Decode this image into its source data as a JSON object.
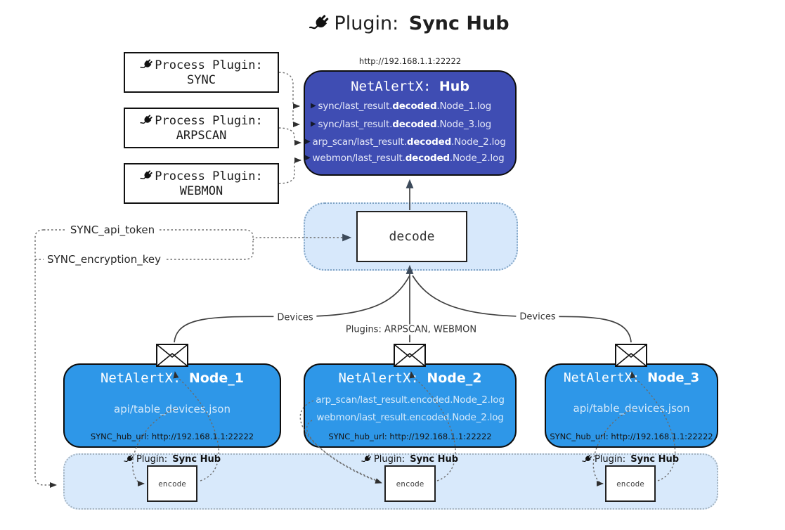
{
  "page_title": {
    "label": "Plugin: ",
    "bold": "Sync Hub"
  },
  "colors": {
    "hub_bg": "#3f4db3",
    "node_bg": "#2e97e8",
    "panel_bg": "#d7e8fb",
    "line": "#3f3f3f"
  },
  "process_plugins": [
    {
      "label": "Process Plugin:",
      "name": "SYNC"
    },
    {
      "label": "Process Plugin:",
      "name": "ARPSCAN"
    },
    {
      "label": "Process Plugin:",
      "name": "WEBMON"
    }
  ],
  "hub": {
    "url": "http://192.168.1.1:22222",
    "title": "NetAlertX: ",
    "title_bold": "Hub",
    "rows": [
      {
        "pre": "sync/last_result.",
        "bold": "decoded",
        "post": ".Node_1.log"
      },
      {
        "pre": "sync/last_result.",
        "bold": "decoded",
        "post": ".Node_3.log"
      },
      {
        "pre": "arp_scan/last_result.",
        "bold": "decoded",
        "post": ".Node_2.log"
      },
      {
        "pre": "webmon/last_result.",
        "bold": "decoded",
        "post": ".Node_2.log"
      }
    ]
  },
  "decode": {
    "label": "decode"
  },
  "keys": {
    "api_token": "SYNC_api_token",
    "encryption_key": "SYNC_encryption_key"
  },
  "edges": {
    "devices_left": "Devices",
    "devices_right": "Devices",
    "plugins_mid": "Plugins: ARPSCAN, WEBMON"
  },
  "nodes": [
    {
      "title": "NetAlertX: ",
      "title_bold": "Node_1",
      "line1": "api/table_devices.json",
      "line2": "",
      "hub_url": "SYNC_hub_url: http://192.168.1.1:22222"
    },
    {
      "title": "NetAlertX: ",
      "title_bold": "Node_2",
      "line1": "arp_scan/last_result.encoded.Node_2.log",
      "line2": "webmon/last_result.encoded.Node_2.log",
      "hub_url": "SYNC_hub_url: http://192.168.1.1:22222"
    },
    {
      "title": "NetAlertX: ",
      "title_bold": "Node_3",
      "line1": "api/table_devices.json",
      "line2": "",
      "hub_url": "SYNC_hub_url: http://192.168.1.1:22222"
    }
  ],
  "encoders": [
    {
      "label": "Plugin: ",
      "label_bold": "Sync Hub",
      "box_label": "encode"
    },
    {
      "label": "Plugin: ",
      "label_bold": "Sync Hub",
      "box_label": "encode"
    },
    {
      "label": "Plugin: ",
      "label_bold": "Sync Hub",
      "box_label": "encode"
    }
  ]
}
